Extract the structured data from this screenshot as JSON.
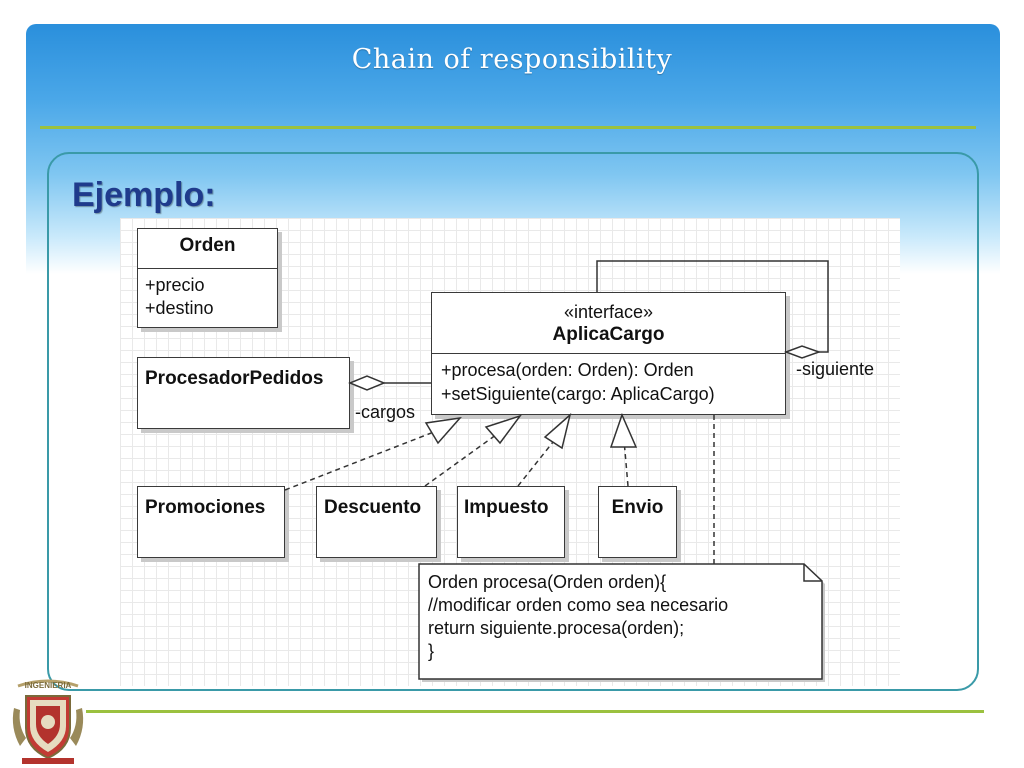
{
  "slide": {
    "title": "Chain of responsibility",
    "heading": "Ejemplo:"
  },
  "diagram": {
    "orden": {
      "name": "Orden",
      "attributes": [
        "+precio",
        "+destino"
      ]
    },
    "procesador": {
      "name": "ProcesadorPedidos"
    },
    "interface": {
      "stereotype": "«interface»",
      "name": "AplicaCargo",
      "operations": [
        "+procesa(orden: Orden): Orden",
        "+setSiguiente(cargo: AplicaCargo)"
      ]
    },
    "implementations": [
      "Promociones",
      "Descuento",
      "Impuesto",
      "Envio"
    ],
    "labels": {
      "cargos": "-cargos",
      "siguiente": "-siguiente"
    },
    "note": {
      "lines": [
        "Orden procesa(Orden orden){",
        "//modificar orden como sea necesario",
        "return siguiente.procesa(orden);",
        "}"
      ]
    }
  },
  "logo": {
    "text": "INGENIERIA"
  },
  "colors": {
    "title_band": "#2a8fdc",
    "accent_rule": "#9bc13f",
    "frame": "#3a9aa8",
    "heading": "#1f3b8c"
  }
}
